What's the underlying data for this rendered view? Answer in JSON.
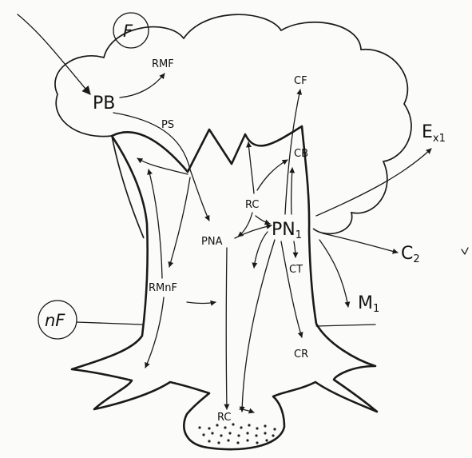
{
  "labels": {
    "F": "F",
    "nF": "nF",
    "PB": "PB",
    "RMF": "RMF",
    "PS": "PS",
    "CF": "CF",
    "CB": "CB",
    "RC_upper": "RC",
    "PN_main": "PN",
    "PN_sub": "1",
    "PNA": "PNA",
    "CT": "CT",
    "RMnF": "RMnF",
    "CR": "CR",
    "RC_lower": "RC",
    "Ex_main": "E",
    "Ex_sub": "x1",
    "C2_main": "C",
    "C2_sub": "2",
    "M1_main": "M",
    "M1_sub": "1"
  }
}
